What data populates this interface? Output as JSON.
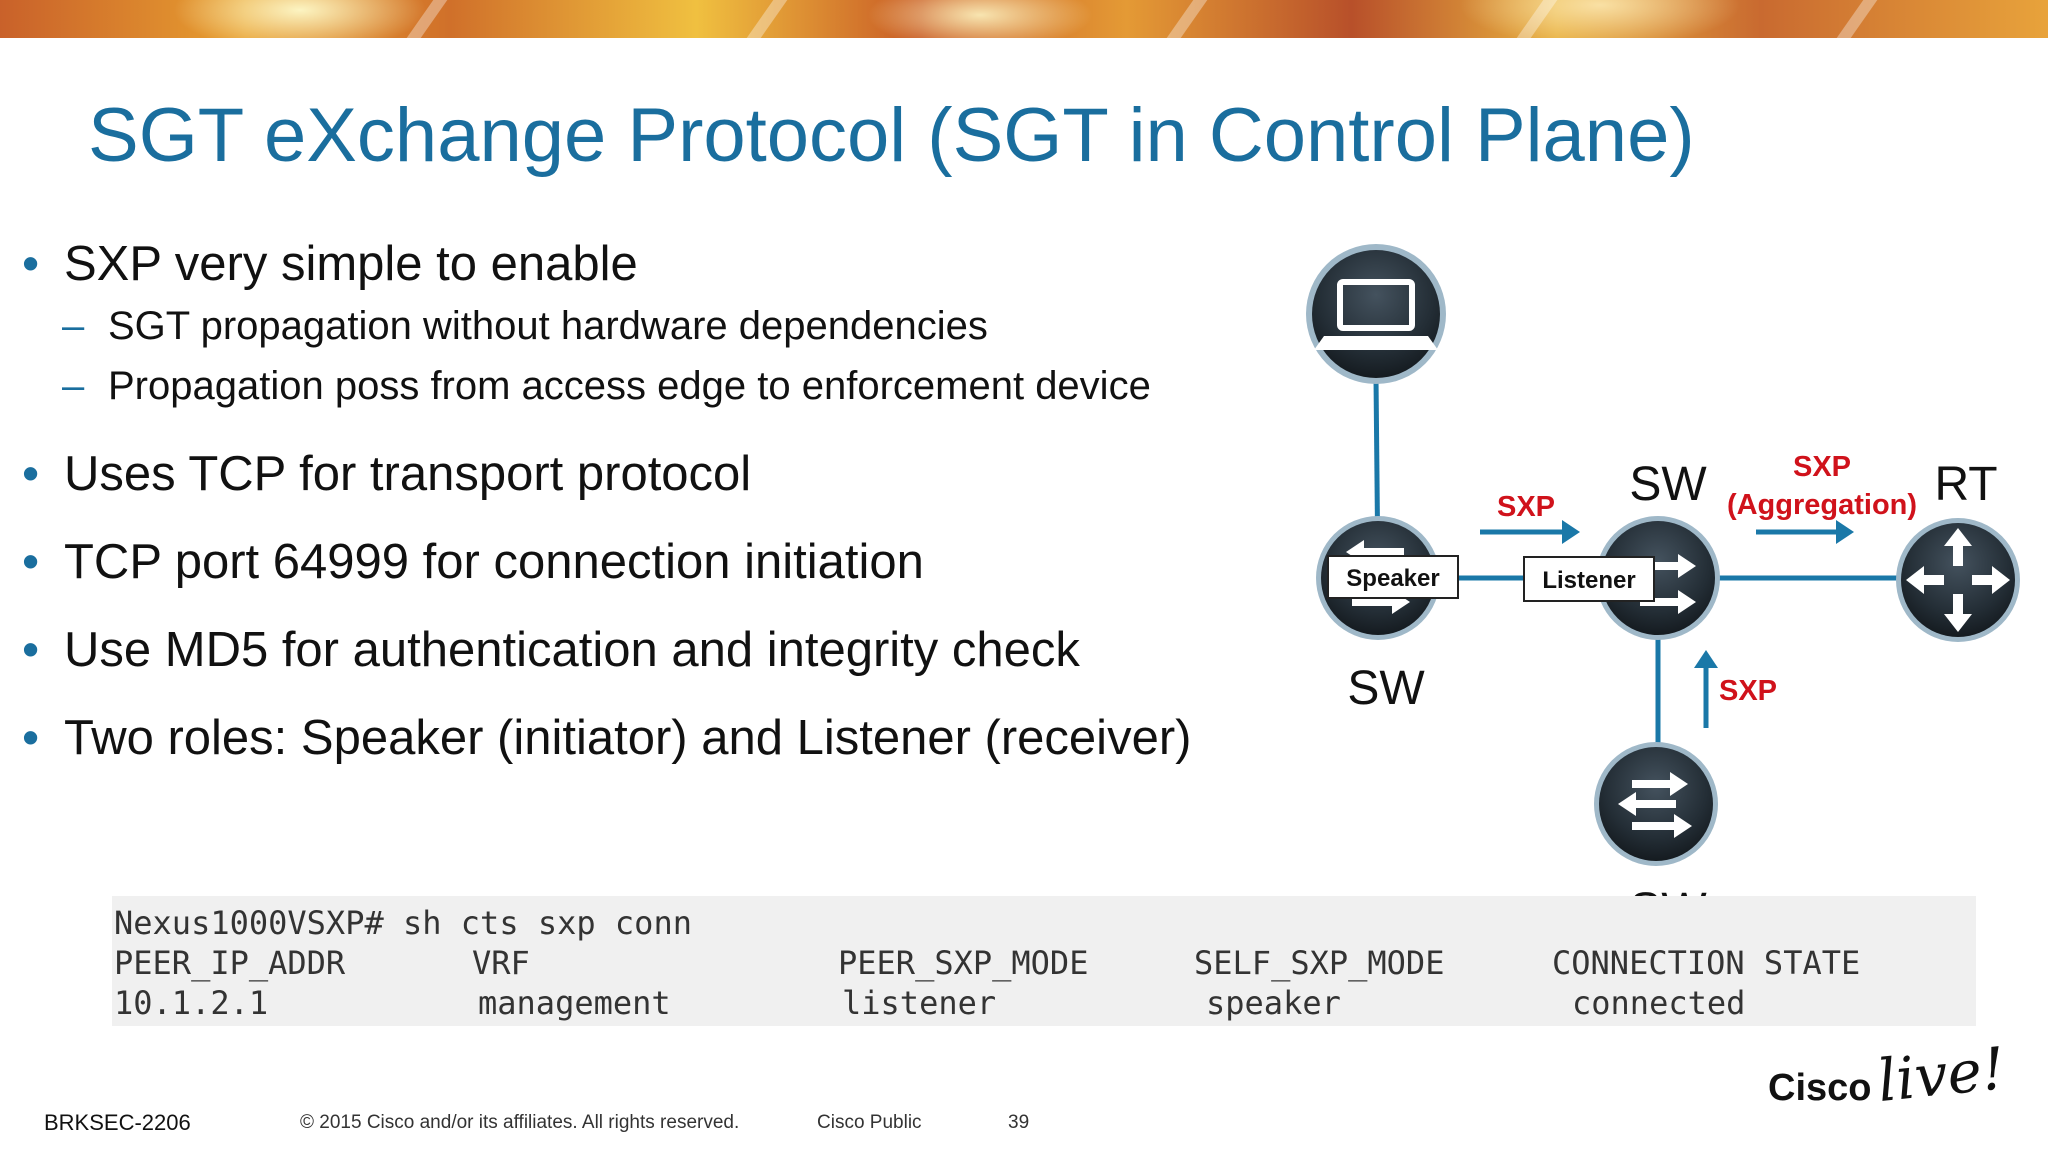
{
  "slide": {
    "title": "SGT eXchange Protocol (SGT in Control Plane)"
  },
  "bullets": [
    {
      "text": "SXP very simple to enable",
      "level": 1
    },
    {
      "text": "SGT propagation without hardware dependencies",
      "level": 2
    },
    {
      "text": "Propagation poss from access edge to enforcement device",
      "level": 2
    },
    {
      "text": "Uses TCP for transport protocol",
      "level": 1
    },
    {
      "text": "TCP port 64999 for connection initiation",
      "level": 1
    },
    {
      "text": "Use MD5 for authentication and integrity check",
      "level": 1
    },
    {
      "text": "Two roles: Speaker (initiator) and Listener (receiver)",
      "level": 1
    }
  ],
  "glyphs": {
    "bullet": "•",
    "dash": "–"
  },
  "diagram": {
    "node_labels": {
      "sw_left": "SW",
      "sw_center": "SW",
      "sw_bottom": "SW",
      "router": "RT"
    },
    "role_labels": {
      "speaker": "Speaker",
      "listener": "Listener"
    },
    "sxp_labels": {
      "sxp_top": "SXP",
      "sxp_aggregation_line1": "SXP",
      "sxp_aggregation_line2": "(Aggregation)",
      "sxp_bottom": "SXP"
    },
    "icons": [
      "laptop-icon",
      "switch-icon",
      "router-icon",
      "arrow-right-icon",
      "arrow-up-icon"
    ],
    "colors": {
      "link": "#1a78a8",
      "sxp_text": "#d0121b",
      "node_dark": "#1e2830",
      "node_ring": "#9fb8c8"
    }
  },
  "cli": {
    "prompt": "Nexus1000VSXP# sh cts sxp conn",
    "headers": [
      "PEER_IP_ADDR",
      "VRF",
      "PEER_SXP_MODE",
      "SELF_SXP_MODE",
      "CONNECTION STATE"
    ],
    "row": [
      "10.1.2.1",
      "management",
      "listener",
      "speaker",
      "connected"
    ]
  },
  "footer": {
    "session_code": "BRKSEC-2206",
    "copyright": "© 2015 Cisco and/or its affiliates. All rights reserved.",
    "classification": "Cisco Public",
    "page_number": "39"
  },
  "logo": {
    "line1": "Cisco",
    "line2": "live!"
  },
  "colors": {
    "title": "#1a6e9e",
    "bullet_marker": "#1a6e9e",
    "cli_background": "#f0f0f0"
  }
}
